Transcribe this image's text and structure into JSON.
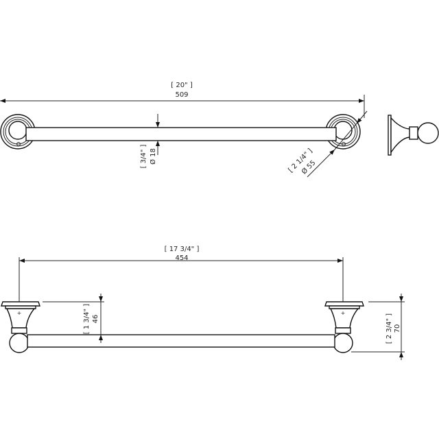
{
  "drawing": {
    "top_view": {
      "overall_length_in": "[ 20\" ]",
      "overall_length_mm": "509",
      "bar_diameter_in": "[ 3/4\" ]",
      "bar_diameter_mm": "Ø 18",
      "rosette_diameter_in": "[ 2 1/4\" ]",
      "rosette_diameter_mm": "Ø 55"
    },
    "front_view": {
      "center_distance_in": "[ 17 3/4\" ]",
      "center_distance_mm": "454",
      "bar_offset_in": "[ 1 3/4\" ]",
      "bar_offset_mm": "46",
      "projection_in": "[ 2 3/4\" ]",
      "projection_mm": "70"
    }
  }
}
